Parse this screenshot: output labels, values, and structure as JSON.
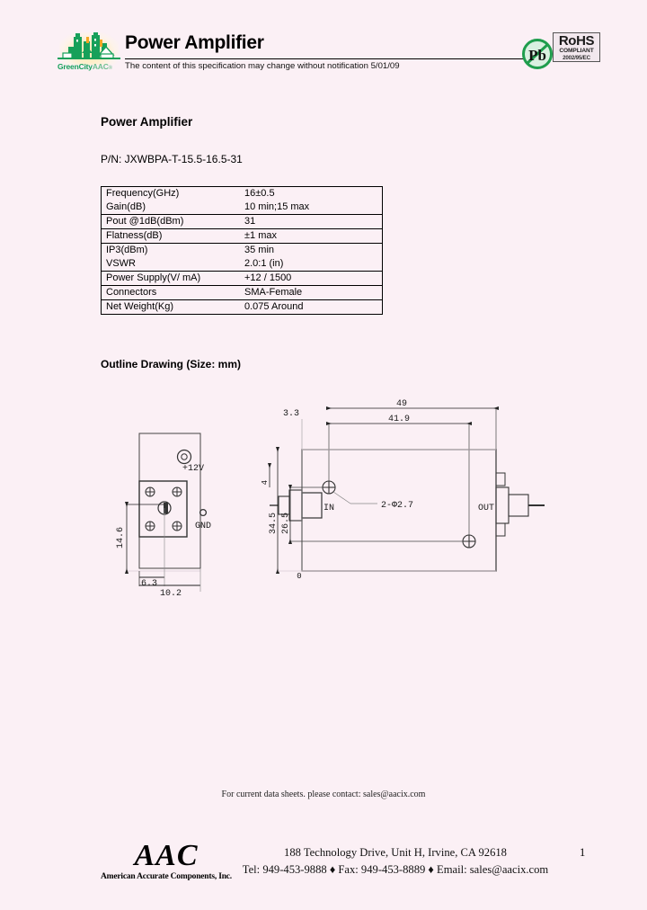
{
  "header": {
    "title": "Power Amplifier",
    "note": "The content of this specification may change without notification 5/01/09",
    "logo_text_green": "GreenCity",
    "logo_text_mark": "AAC",
    "logo_text_reg": "®",
    "pb_symbol": "Pb",
    "rohs_main": "RoHS",
    "rohs_sub": "COMPLIANT",
    "rohs_sub2": "2002/95/EC"
  },
  "document": {
    "title": "Power Amplifier",
    "part_number_label": "P/N:",
    "part_number": "JXWBPA-T-15.5-16.5-31",
    "part_number_line": "P/N: JXWBPA-T-15.5-16.5-31"
  },
  "spec_table": {
    "rows": [
      {
        "parameter": "Frequency(GHz)",
        "value": "16±0.5"
      },
      {
        "parameter": "Gain(dB)",
        "value": "10 min;15 max"
      },
      {
        "parameter": "Pout @1dB(dBm)",
        "value": "31"
      },
      {
        "parameter": "Flatness(dB)",
        "value": "±1 max"
      },
      {
        "parameter": "IP3(dBm)",
        "value": "35 min"
      },
      {
        "parameter": "VSWR",
        "value": "2.0:1 (in)"
      },
      {
        "parameter": "Power Supply(V/ mA)",
        "value": "+12 / 1500"
      },
      {
        "parameter": "Connectors",
        "value": "SMA-Female"
      },
      {
        "parameter": "Net Weight(Kg)",
        "value": "0.075 Around"
      }
    ]
  },
  "outline": {
    "heading": "Outline Drawing (Size: mm)",
    "side_view": {
      "supply_label": "+12V",
      "ground_label": "GND",
      "dim_height": "14.6",
      "dim_inner": "6.3",
      "dim_width": "10.2"
    },
    "top_view": {
      "dim_total_width": "49",
      "dim_inner_width": "41.9",
      "dim_offset_x": "3.3",
      "dim_offset_y": "4",
      "dim_total_height": "34.5",
      "dim_inner_height": "26.5",
      "dim_origin": "0",
      "hole_callout": "2-Φ2.7",
      "port_in": "IN",
      "port_out": "OUT"
    }
  },
  "footer": {
    "contact_line": "For current data sheets. please contact: sales@aacix.com",
    "company_short": "AAC",
    "company_full": "American Accurate Components, Inc.",
    "address": "188 Technology Drive, Unit H, Irvine, CA 92618",
    "contact": "Tel: 949-453-9888 ♦ Fax: 949-453-8889 ♦ Email: sales@aacix.com",
    "page_number": "1"
  },
  "colors": {
    "page_background": "#fbf0f5",
    "logo_green": "#16a05a",
    "pb_green": "#1f9d4d",
    "rule": "#000000"
  }
}
